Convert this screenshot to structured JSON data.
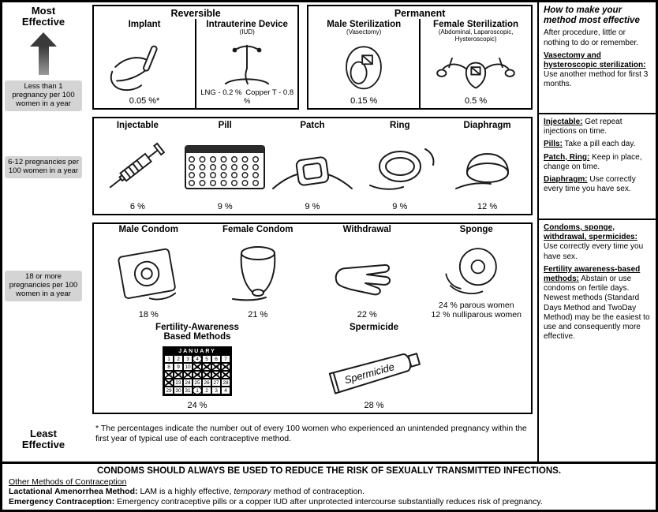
{
  "axis": {
    "most_effective": "Most Effective",
    "least_effective": "Least Effective",
    "tier1_label": "Less than 1 pregnancy per 100 women in a year",
    "tier2_label": "6-12 pregnancies per 100 women in a year",
    "tier3_label": "18 or more pregnancies per 100 women in a year"
  },
  "tier1": {
    "groups": [
      {
        "header": "Reversible",
        "methods": [
          {
            "name": "Implant",
            "sub": "",
            "rate": "0.05 %*",
            "icon": "implant-icon"
          },
          {
            "name": "Intrauterine Device",
            "sub": "(IUD)",
            "rate": "LNG - 0.2 % Copper T - 0.8 %",
            "icon": "iud-icon"
          }
        ]
      },
      {
        "header": "Permanent",
        "methods": [
          {
            "name": "Male Sterilization",
            "sub": "(Vasectomy)",
            "rate": "0.15 %",
            "icon": "vasectomy-icon"
          },
          {
            "name": "Female Sterilization",
            "sub": "(Abdominal, Laparoscopic, Hysteroscopic)",
            "rate": "0.5 %",
            "icon": "female-sterilization-icon"
          }
        ]
      }
    ]
  },
  "tier2": {
    "methods": [
      {
        "name": "Injectable",
        "rate": "6 %",
        "icon": "syringe-icon"
      },
      {
        "name": "Pill",
        "rate": "9 %",
        "icon": "pill-pack-icon"
      },
      {
        "name": "Patch",
        "rate": "9 %",
        "icon": "patch-icon"
      },
      {
        "name": "Ring",
        "rate": "9 %",
        "icon": "ring-icon"
      },
      {
        "name": "Diaphragm",
        "rate": "12 %",
        "icon": "diaphragm-icon"
      }
    ]
  },
  "tier3": {
    "methods": [
      {
        "name": "Male Condom",
        "rate": "18 %",
        "icon": "male-condom-icon"
      },
      {
        "name": "Female Condom",
        "rate": "21 %",
        "icon": "female-condom-icon"
      },
      {
        "name": "Withdrawal",
        "rate": "22 %",
        "icon": "withdrawal-hand-icon"
      },
      {
        "name": "Sponge",
        "rate": "24 % parous women",
        "rate2": "12 % nulliparous women",
        "icon": "sponge-icon"
      }
    ],
    "fertility": {
      "name": "Fertility-Awareness Based Methods",
      "rate": "24 %",
      "icon": "fertility-calendar"
    },
    "spermicide": {
      "name": "Spermicide",
      "rate": "28 %",
      "tube_label": "Spermicide",
      "icon": "spermicide-tube-icon"
    }
  },
  "calendar": {
    "title": "JANUARY",
    "weeks": [
      [
        {
          "d": "1"
        },
        {
          "d": "2"
        },
        {
          "d": "3"
        },
        {
          "d": "4",
          "mark": "circled"
        },
        {
          "d": "5"
        },
        {
          "d": "6"
        },
        {
          "d": "7"
        }
      ],
      [
        {
          "d": "8"
        },
        {
          "d": "9"
        },
        {
          "d": "10"
        },
        {
          "d": "11",
          "mark": "crossed"
        },
        {
          "d": "12",
          "mark": "crossed"
        },
        {
          "d": "13",
          "mark": "crossed"
        },
        {
          "d": "14",
          "mark": "crossed"
        }
      ],
      [
        {
          "d": "15",
          "mark": "crossed"
        },
        {
          "d": "16",
          "mark": "crossed"
        },
        {
          "d": "17",
          "mark": "crossed"
        },
        {
          "d": "18",
          "mark": "crossed"
        },
        {
          "d": "19",
          "mark": "crossed"
        },
        {
          "d": "20",
          "mark": "crossed"
        },
        {
          "d": "21",
          "mark": "crossed"
        }
      ],
      [
        {
          "d": "22",
          "mark": "crossed"
        },
        {
          "d": "23"
        },
        {
          "d": "24"
        },
        {
          "d": "25"
        },
        {
          "d": "26"
        },
        {
          "d": "27"
        },
        {
          "d": "28"
        }
      ],
      [
        {
          "d": "29"
        },
        {
          "d": "30"
        },
        {
          "d": "31"
        },
        {
          "d": "1",
          "mark": "circled"
        },
        {
          "d": "2"
        },
        {
          "d": "3"
        },
        {
          "d": "4"
        }
      ]
    ]
  },
  "sidebar": {
    "heading": "How to make your method most effective",
    "s1_p1": "After procedure, little or nothing to do or remember.",
    "s1_label": "Vasectomy and hysteroscopic sterilization:",
    "s1_text": "Use another method for first 3 months.",
    "s2_items": [
      {
        "label": "Injectable:",
        "text": "Get repeat injections on time."
      },
      {
        "label": "Pills:",
        "text": "Take a pill each day."
      },
      {
        "label": "Patch, Ring:",
        "text": "Keep in place, change on time."
      },
      {
        "label": "Diaphragm:",
        "text": "Use correctly every time you have sex."
      }
    ],
    "s3_items": [
      {
        "label": "Condoms, sponge, withdrawal, spermicides:",
        "text": "Use correctly every time you have sex."
      },
      {
        "label": "Fertility awareness-based methods:",
        "text": "Abstain or use condoms on fertile days. Newest methods (Standard Days Method and TwoDay Method) may be the easiest to use and consequently more effective."
      }
    ]
  },
  "footnote": "* The percentages indicate the number out of every 100 women who experienced an unintended pregnancy within the first year of typical use of each contraceptive method.",
  "bottom": {
    "condom_notice": "CONDOMS SHOULD ALWAYS BE USED TO REDUCE THE RISK OF SEXUALLY TRANSMITTED INFECTIONS.",
    "other_heading": "Other Methods of Contraception",
    "lam_label": "Lactational Amenorrhea Method:",
    "lam_pre": "LAM is a highly effective,",
    "lam_italic": "temporary",
    "lam_post": "method of contraception.",
    "ec_label": "Emergency Contraception:",
    "ec_text": "Emergency contraceptive pills or a copper IUD after unprotected intercourse substantially reduces risk of pregnancy."
  }
}
